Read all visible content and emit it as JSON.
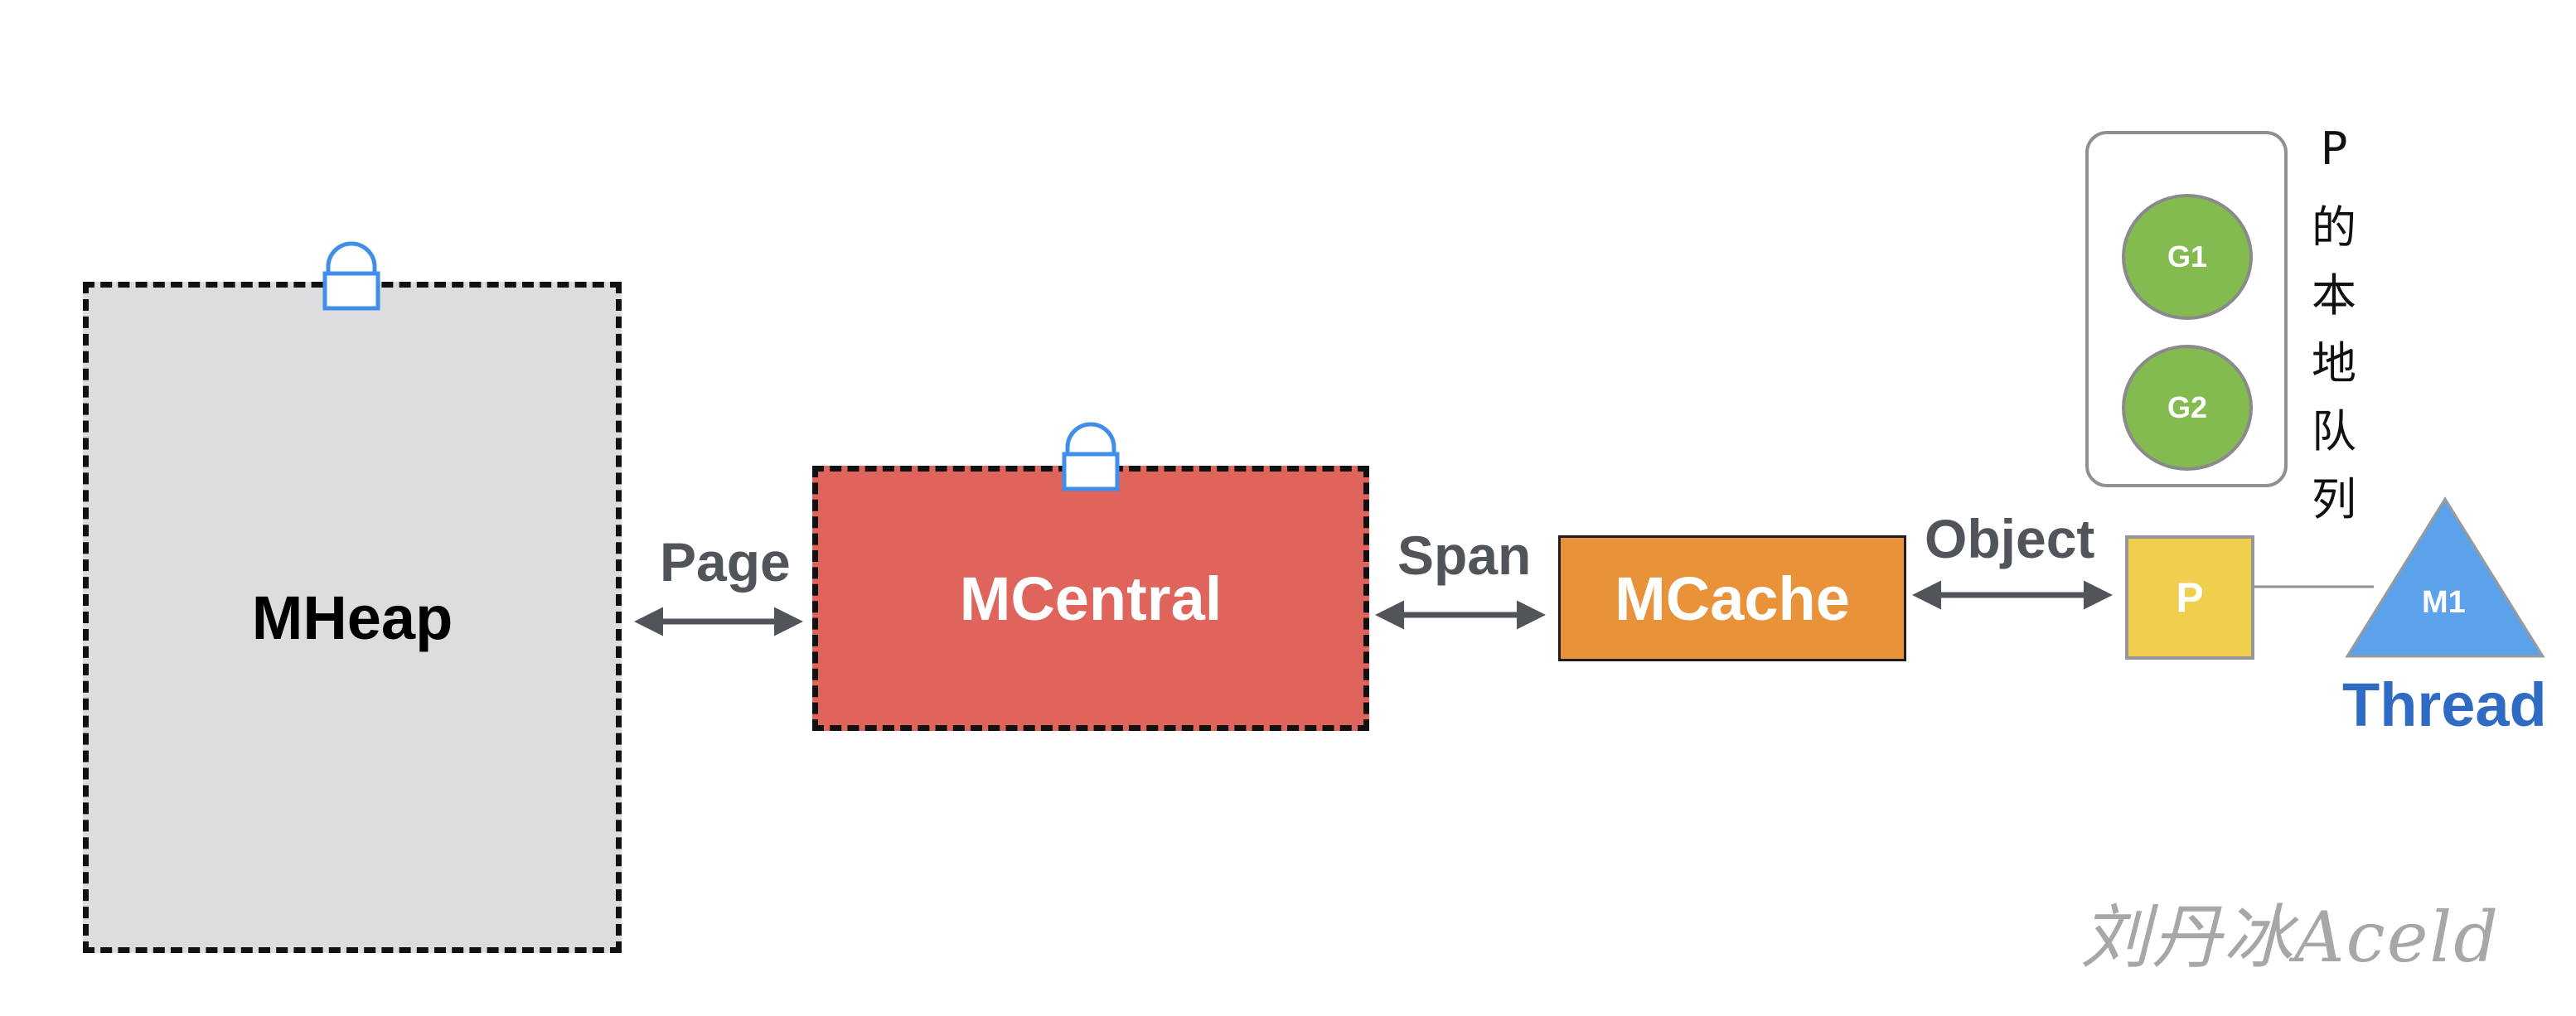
{
  "nodes": {
    "mheap": "MHeap",
    "mcentral": "MCentral",
    "mcache": "MCache",
    "p": "P",
    "m1": "M1",
    "thread": "Thread",
    "g1": "G1",
    "g2": "G2"
  },
  "edges": {
    "page": "Page",
    "span": "Span",
    "object": "Object"
  },
  "local_queue_label": [
    "P",
    "的",
    "本",
    "地",
    "队",
    "列"
  ],
  "watermark": "刘丹冰Aceld",
  "icons": {
    "mheap_lock": "lock-icon",
    "mcentral_lock": "lock-icon"
  },
  "colors": {
    "mheap": "#dcdddf",
    "mcentral": "#de645c",
    "mcache": "#e8923a",
    "p": "#f0cf4f",
    "goroutine": "#84bb50",
    "thread": "#5ba2ea",
    "thread_label": "#2f6bc2",
    "lock": "#3f8ee8",
    "arrow": "#515459"
  }
}
